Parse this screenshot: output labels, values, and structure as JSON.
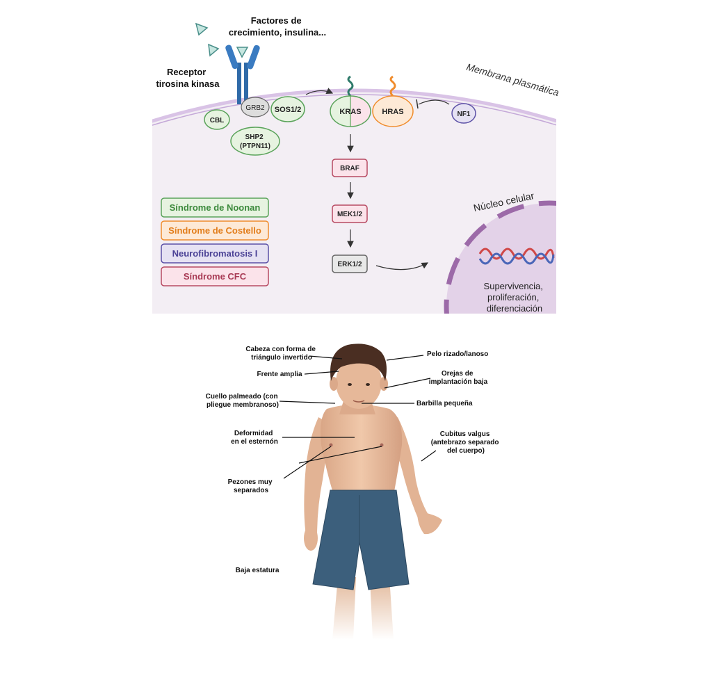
{
  "pathway": {
    "ligand_label": [
      "Factores de",
      "crecimiento, insulina..."
    ],
    "receptor_label": [
      "Receptor",
      "tirosina kinasa"
    ],
    "membrane_label": "Membrana plasmática",
    "nucleus_label": "Núcleo celular",
    "proteins": {
      "grb2": "GRB2",
      "sos": "SOS1/2",
      "cbl": "CBL",
      "shp2": [
        "SHP2",
        "(PTPN11)"
      ],
      "kras": "KRAS",
      "hras": "HRAS",
      "nf1": "NF1",
      "braf": "BRAF",
      "mek": "MEK1/2",
      "erk": "ERK1/2"
    },
    "outcome": [
      "Supervivencia,",
      "proliferación,",
      "diferenciación"
    ]
  },
  "legend": [
    {
      "label": "Síndrome de Noonan",
      "color": "#5aa35a",
      "fill": "#e6f3e0"
    },
    {
      "label": "Síndrome de Costello",
      "color": "#f08c2c",
      "fill": "#fde9d6"
    },
    {
      "label": "Neurofibromatosis I",
      "color": "#5b50a6",
      "fill": "#e6e2f3"
    },
    {
      "label": "Síndrome CFC",
      "color": "#b84a62",
      "fill": "#fbe3ea"
    }
  ],
  "features": {
    "head_shape": [
      "Cabeza con forma de",
      "triángulo invertido"
    ],
    "forehead": "Frente amplia",
    "hair": "Pelo rizado/lanoso",
    "ears": [
      "Orejas de",
      "implantación baja"
    ],
    "neck": [
      "Cuello palmeado (con",
      "pliegue membranoso)"
    ],
    "chin": "Barbilla pequeña",
    "sternum": [
      "Deformidad",
      "en el esternón"
    ],
    "cubitus": [
      "Cubitus valgus",
      "(antebrazo separado",
      "del cuerpo)"
    ],
    "nipples": [
      "Pezones muy",
      "separados"
    ],
    "stature": "Baja estatura"
  }
}
